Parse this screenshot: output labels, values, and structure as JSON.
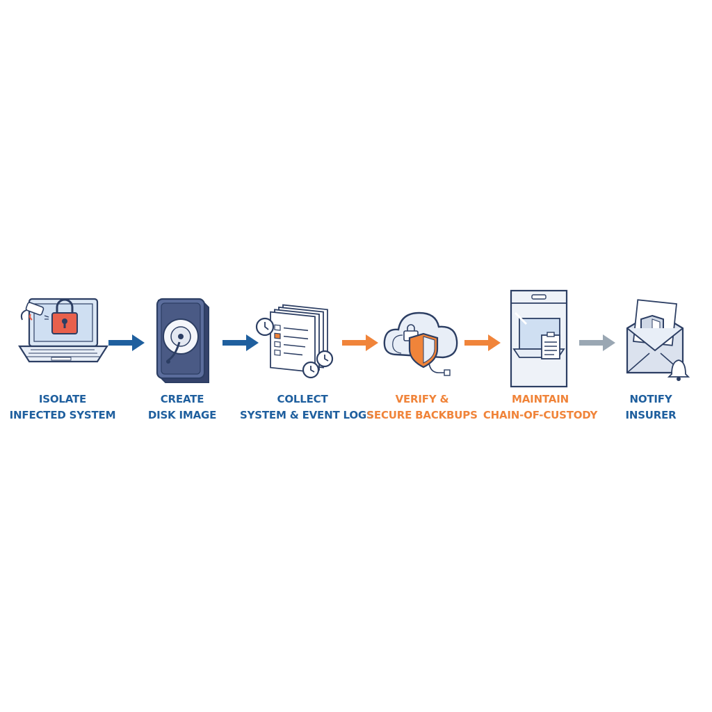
{
  "colors": {
    "blue": "#1f5f9e",
    "orange": "#f0843a",
    "gray": "#9aa7b3",
    "outline": "#2c3e63",
    "navy_dark": "#4a5a85",
    "light_blue": "#dbe7f5"
  },
  "steps": [
    {
      "icon": "padlock-laptop-icon",
      "label_lines": [
        "ISOLATE",
        "INFECTED SYSTEM"
      ],
      "color": "#1f5f9e"
    },
    {
      "icon": "hard-drive-icon",
      "label_lines": [
        "CREATE",
        "DISK IMAGE"
      ],
      "color": "#1f5f9e"
    },
    {
      "icon": "log-documents-icon",
      "label_lines": [
        "COLLECT",
        "SYSTEM & EVENT LOGS"
      ],
      "color": "#1f5f9e"
    },
    {
      "icon": "cloud-shield-icon",
      "label_lines": [
        "VERIFY &",
        "SECURE BACKBUPS"
      ],
      "color": "#f0843a"
    },
    {
      "icon": "evidence-bag-icon",
      "label_lines": [
        "MAINTAIN",
        "CHAIN-OF-CUSTODY"
      ],
      "color": "#f0843a"
    },
    {
      "icon": "envelope-shield-icon",
      "label_lines": [
        "NOTIFY",
        "INSURER"
      ],
      "color": "#1f5f9e"
    }
  ],
  "arrows": [
    {
      "color": "#1f5f9e"
    },
    {
      "color": "#1f5f9e"
    },
    {
      "color": "#f0843a"
    },
    {
      "color": "#f0843a"
    },
    {
      "color": "#9aa7b3"
    }
  ]
}
